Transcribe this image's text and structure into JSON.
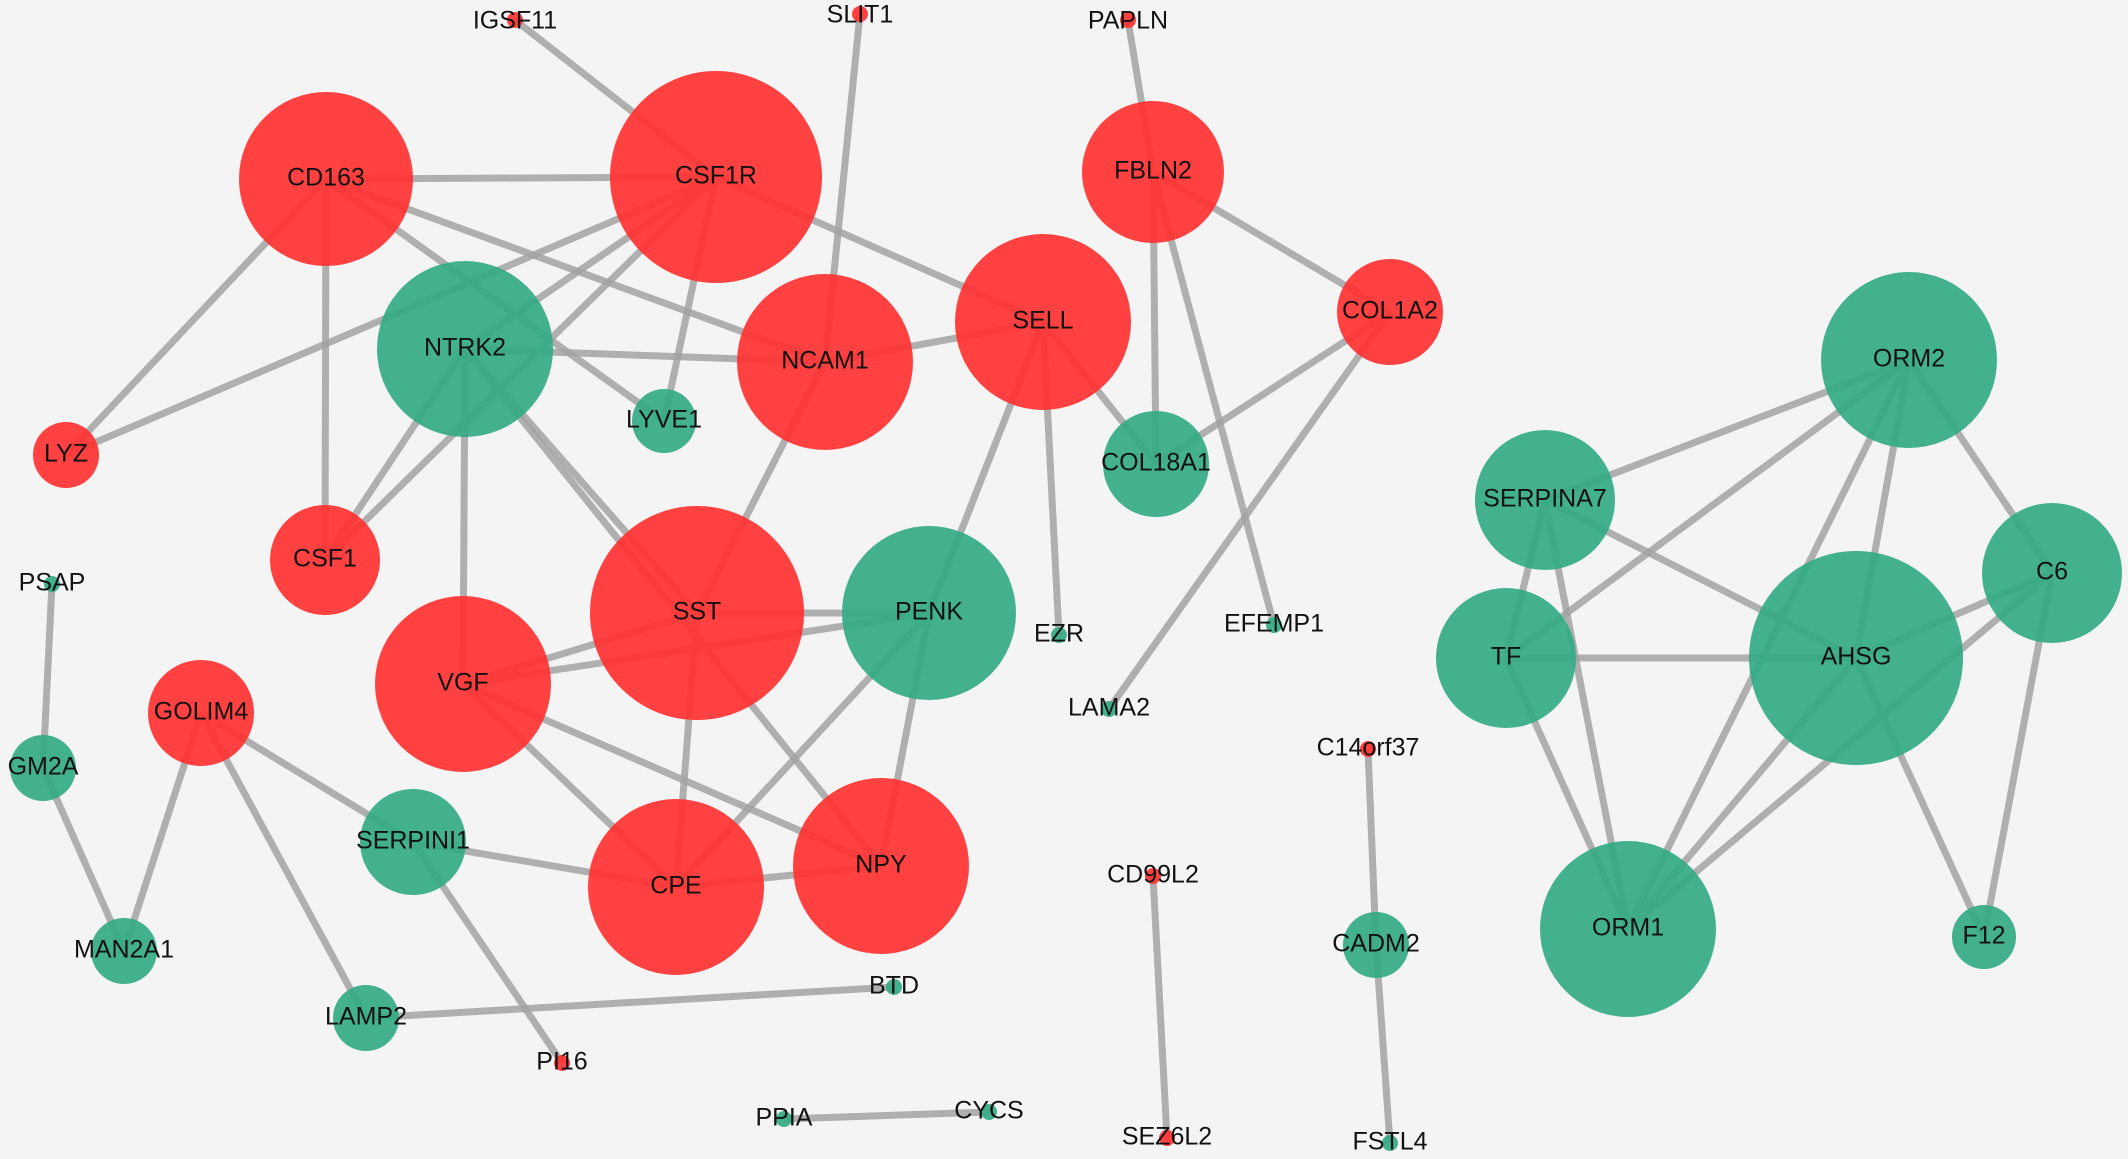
{
  "colors": {
    "red": "#ff3333",
    "green": "#36ab85",
    "edge": "#a3a3a3",
    "background": "#f4f4f4"
  },
  "nodes": [
    {
      "id": "IGSF11",
      "group": "red"
    },
    {
      "id": "SLIT1",
      "group": "red"
    },
    {
      "id": "PAPLN",
      "group": "red"
    },
    {
      "id": "CD163",
      "group": "red"
    },
    {
      "id": "CSF1R",
      "group": "red"
    },
    {
      "id": "FBLN2",
      "group": "red"
    },
    {
      "id": "NTRK2",
      "group": "green"
    },
    {
      "id": "NCAM1",
      "group": "red"
    },
    {
      "id": "SELL",
      "group": "red"
    },
    {
      "id": "COL1A2",
      "group": "red"
    },
    {
      "id": "LYVE1",
      "group": "green"
    },
    {
      "id": "LYZ",
      "group": "red"
    },
    {
      "id": "COL18A1",
      "group": "green"
    },
    {
      "id": "CSF1",
      "group": "red"
    },
    {
      "id": "PSAP",
      "group": "green"
    },
    {
      "id": "SST",
      "group": "red"
    },
    {
      "id": "PENK",
      "group": "green"
    },
    {
      "id": "EZR",
      "group": "green"
    },
    {
      "id": "EFEMP1",
      "group": "green"
    },
    {
      "id": "VGF",
      "group": "red"
    },
    {
      "id": "GOLIM4",
      "group": "red"
    },
    {
      "id": "LAMA2",
      "group": "green"
    },
    {
      "id": "GM2A",
      "group": "green"
    },
    {
      "id": "C14orf37",
      "group": "red"
    },
    {
      "id": "SERPINI1",
      "group": "green"
    },
    {
      "id": "CPE",
      "group": "red"
    },
    {
      "id": "NPY",
      "group": "red"
    },
    {
      "id": "CD99L2",
      "group": "red"
    },
    {
      "id": "CADM2",
      "group": "green"
    },
    {
      "id": "MAN2A1",
      "group": "green"
    },
    {
      "id": "LAMP2",
      "group": "green"
    },
    {
      "id": "BTD",
      "group": "green"
    },
    {
      "id": "PI16",
      "group": "red"
    },
    {
      "id": "PPIA",
      "group": "green"
    },
    {
      "id": "CYCS",
      "group": "green"
    },
    {
      "id": "SEZ6L2",
      "group": "red"
    },
    {
      "id": "FSTL4",
      "group": "green"
    },
    {
      "id": "ORM2",
      "group": "green"
    },
    {
      "id": "SERPINA7",
      "group": "green"
    },
    {
      "id": "C6",
      "group": "green"
    },
    {
      "id": "TF",
      "group": "green"
    },
    {
      "id": "AHSG",
      "group": "green"
    },
    {
      "id": "ORM1",
      "group": "green"
    },
    {
      "id": "F12",
      "group": "green"
    }
  ],
  "edges": [
    [
      "IGSF11",
      "CSF1R"
    ],
    [
      "SLIT1",
      "NCAM1"
    ],
    [
      "PAPLN",
      "FBLN2"
    ],
    [
      "CD163",
      "CSF1R"
    ],
    [
      "CD163",
      "NCAM1"
    ],
    [
      "CD163",
      "LYZ"
    ],
    [
      "CD163",
      "CSF1"
    ],
    [
      "CD163",
      "LYVE1"
    ],
    [
      "CSF1R",
      "LYZ"
    ],
    [
      "CSF1R",
      "SELL"
    ],
    [
      "CSF1R",
      "LYVE1"
    ],
    [
      "CSF1R",
      "CSF1"
    ],
    [
      "CSF1R",
      "NTRK2"
    ],
    [
      "NTRK2",
      "NCAM1"
    ],
    [
      "NTRK2",
      "CSF1"
    ],
    [
      "NTRK2",
      "VGF"
    ],
    [
      "NTRK2",
      "SST"
    ],
    [
      "NTRK2",
      "NPY"
    ],
    [
      "NCAM1",
      "SELL"
    ],
    [
      "NCAM1",
      "SST"
    ],
    [
      "SELL",
      "PENK"
    ],
    [
      "SELL",
      "EZR"
    ],
    [
      "SELL",
      "COL18A1"
    ],
    [
      "FBLN2",
      "COL18A1"
    ],
    [
      "FBLN2",
      "COL1A2"
    ],
    [
      "FBLN2",
      "EFEMP1"
    ],
    [
      "COL1A2",
      "COL18A1"
    ],
    [
      "COL1A2",
      "LAMA2"
    ],
    [
      "SST",
      "PENK"
    ],
    [
      "SST",
      "VGF"
    ],
    [
      "SST",
      "CPE"
    ],
    [
      "VGF",
      "PENK"
    ],
    [
      "VGF",
      "CPE"
    ],
    [
      "VGF",
      "NPY"
    ],
    [
      "PENK",
      "CPE"
    ],
    [
      "PENK",
      "NPY"
    ],
    [
      "CPE",
      "NPY"
    ],
    [
      "CPE",
      "SERPINI1"
    ],
    [
      "GOLIM4",
      "SERPINI1"
    ],
    [
      "GOLIM4",
      "MAN2A1"
    ],
    [
      "GOLIM4",
      "LAMP2"
    ],
    [
      "PSAP",
      "GM2A"
    ],
    [
      "GM2A",
      "MAN2A1"
    ],
    [
      "SERPINI1",
      "PI16"
    ],
    [
      "LAMP2",
      "BTD"
    ],
    [
      "PPIA",
      "CYCS"
    ],
    [
      "CD99L2",
      "SEZ6L2"
    ],
    [
      "C14orf37",
      "CADM2"
    ],
    [
      "CADM2",
      "FSTL4"
    ],
    [
      "ORM2",
      "SERPINA7"
    ],
    [
      "ORM2",
      "TF"
    ],
    [
      "ORM2",
      "AHSG"
    ],
    [
      "ORM2",
      "ORM1"
    ],
    [
      "ORM2",
      "C6"
    ],
    [
      "SERPINA7",
      "AHSG"
    ],
    [
      "SERPINA7",
      "TF"
    ],
    [
      "SERPINA7",
      "ORM1"
    ],
    [
      "TF",
      "AHSG"
    ],
    [
      "TF",
      "ORM1"
    ],
    [
      "AHSG",
      "ORM1"
    ],
    [
      "AHSG",
      "C6"
    ],
    [
      "AHSG",
      "F12"
    ],
    [
      "C6",
      "ORM1"
    ],
    [
      "C6",
      "F12"
    ]
  ]
}
